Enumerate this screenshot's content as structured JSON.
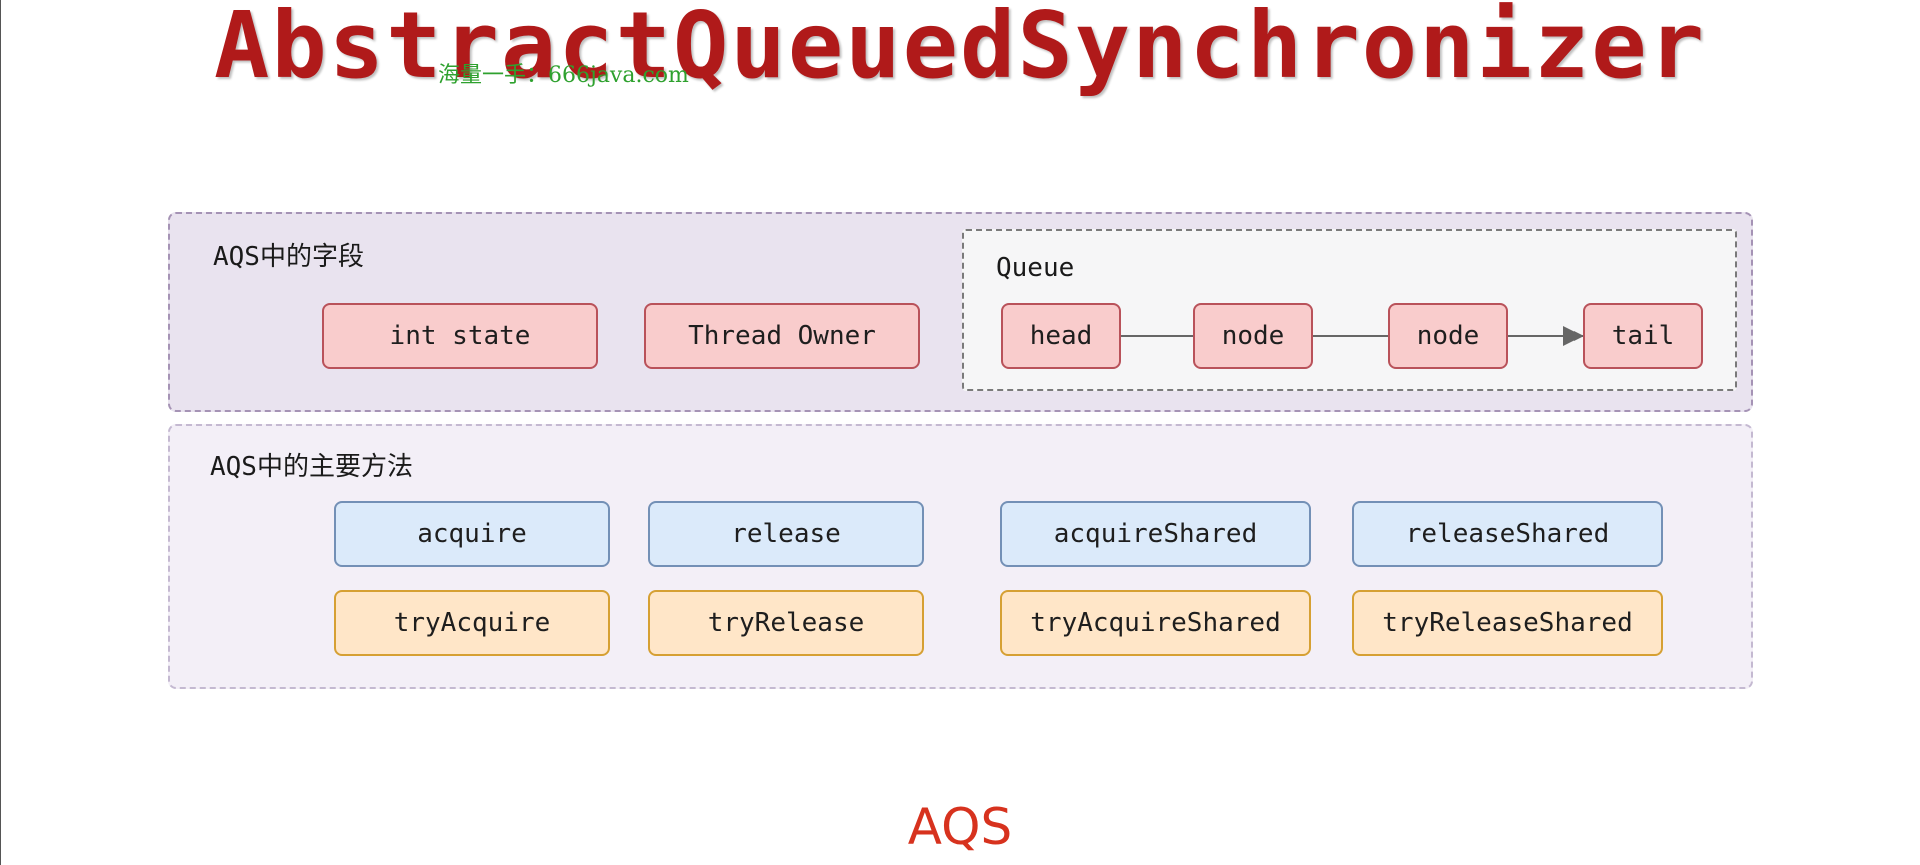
{
  "title": "AbstractQueuedSynchronizer",
  "watermark": "海量一手：666java.com",
  "fields_panel": {
    "label": "AQS中的字段",
    "items": [
      "int state",
      "Thread Owner"
    ]
  },
  "queue": {
    "label": "Queue",
    "nodes": [
      "head",
      "node",
      "node",
      "tail"
    ]
  },
  "methods_panel": {
    "label": "AQS中的主要方法",
    "public_methods": [
      "acquire",
      "release",
      "acquireShared",
      "releaseShared"
    ],
    "template_methods": [
      "tryAcquire",
      "tryRelease",
      "tryAcquireShared",
      "tryReleaseShared"
    ]
  },
  "footer": "AQS",
  "colors": {
    "title": "#b01a1a",
    "watermark": "#2ea12e",
    "field_fill": "#f9cccc",
    "field_border": "#b9525a",
    "method_fill": "#dbeafa",
    "method_border": "#7390b6",
    "try_fill": "#ffe6c8",
    "try_border": "#d6a033",
    "footer": "#d7321e"
  }
}
